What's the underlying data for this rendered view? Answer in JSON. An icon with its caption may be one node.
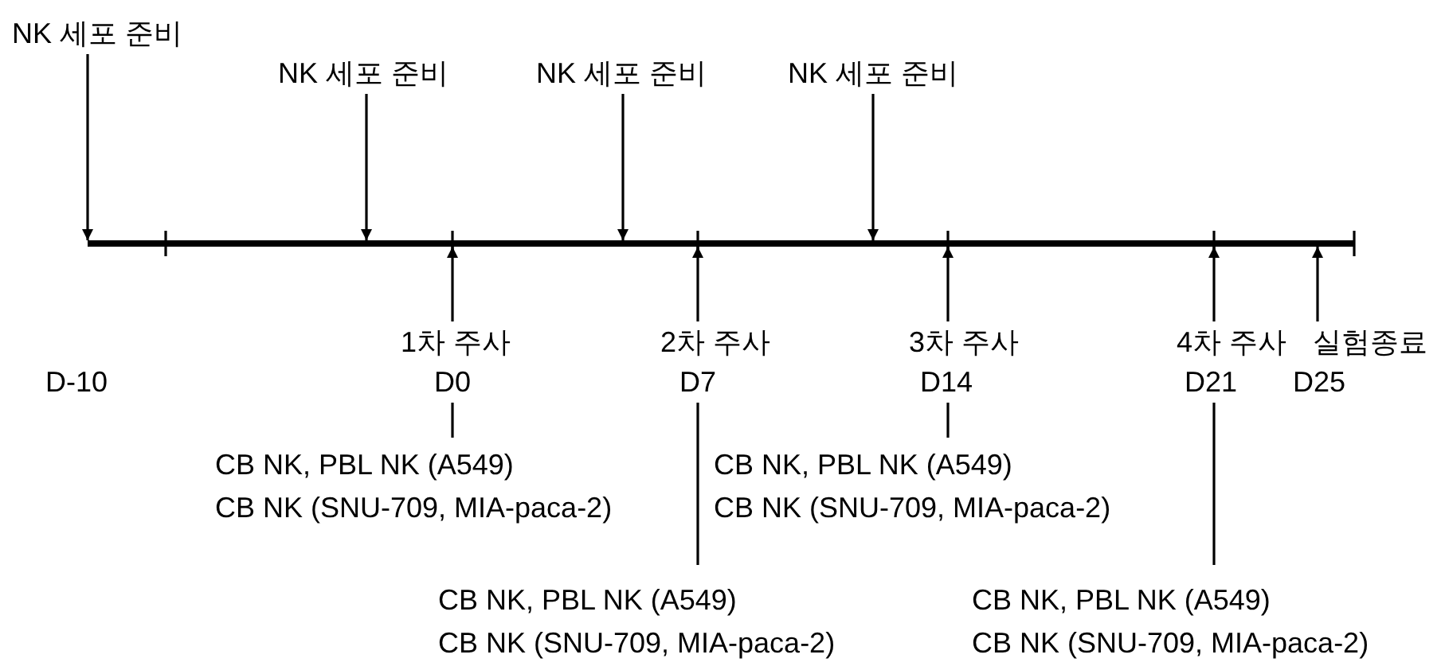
{
  "diagram": {
    "nodes": [
      {
        "text": [
          "NK 세포 준비"
        ]
      },
      {
        "text": [
          "NK 세포 준비"
        ]
      },
      {
        "text": [
          "NK 세포 준비"
        ]
      },
      {
        "text": [
          "NK 세포 준비"
        ]
      },
      {
        "text": [],
        "shape": "bar"
      },
      {
        "text": [
          "1차 주사"
        ]
      },
      {
        "text": [
          "2차 주사"
        ]
      },
      {
        "text": [
          "3차 주사"
        ]
      },
      {
        "text": [
          "4차 주사"
        ]
      },
      {
        "text": [
          "실험종료"
        ]
      },
      {
        "text": [
          "D0"
        ]
      },
      {
        "text": [
          "D7"
        ]
      },
      {
        "text": [
          "D14"
        ]
      },
      {
        "text": [
          "D21"
        ]
      },
      {
        "text": [
          "CB NK, PBL NK (A549)",
          "CB NK (SNU-709, MIA-paca-2)"
        ]
      },
      {
        "text": [
          "CB NK, PBL NK (A549)",
          "CB NK (SNU-709, MIA-paca-2)"
        ]
      },
      {
        "text": [
          "CB NK, PBL NK (A549)",
          "CB NK (SNU-709, MIA-paca-2)"
        ]
      },
      {
        "text": [
          "CB NK, PBL NK (A549)",
          "CB NK (SNU-709, MIA-paca-2)"
        ]
      }
    ],
    "edges": [
      {
        "from": 0,
        "to": 4,
        "arrow": "to"
      },
      {
        "from": 1,
        "to": 4,
        "arrow": "to"
      },
      {
        "from": 2,
        "to": 4,
        "arrow": "to"
      },
      {
        "from": 3,
        "to": 4,
        "arrow": "to"
      },
      {
        "from": 5,
        "to": 4,
        "arrow": "to"
      },
      {
        "from": 6,
        "to": 4,
        "arrow": "to"
      },
      {
        "from": 7,
        "to": 4,
        "arrow": "to"
      },
      {
        "from": 8,
        "to": 4,
        "arrow": "to"
      },
      {
        "from": 9,
        "to": 4,
        "arrow": "to"
      },
      {
        "from": 10,
        "to": 14,
        "arrow": "none"
      },
      {
        "from": 11,
        "to": 16,
        "arrow": "none"
      },
      {
        "from": 12,
        "to": 15,
        "arrow": "none"
      },
      {
        "from": 13,
        "to": 17,
        "arrow": "none"
      }
    ],
    "labels": [
      "D-10",
      "D25"
    ]
  }
}
